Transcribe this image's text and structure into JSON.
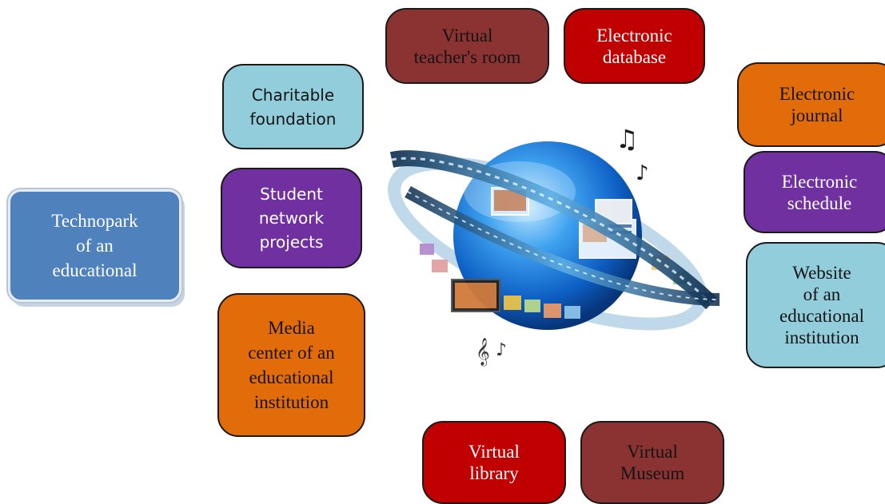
{
  "central_node": {
    "label": "Technopark\nof an\neducational"
  },
  "nodes": {
    "virtual_teachers_room": "Virtual\nteacher's room",
    "electronic_database": "Electronic\ndatabase",
    "charitable_foundation": "Charitable\nfoundation",
    "electronic_journal": "Electronic\njournal",
    "student_network_projects": "Student\nnetwork\nprojects",
    "electronic_schedule": "Electronic\nschedule",
    "website": "Website\nof an\neducational\ninstitution",
    "media_center": "Media\ncenter of an\neducational\ninstitution",
    "virtual_library": "Virtual\nlibrary",
    "virtual_museum": "Virtual\nMuseum"
  },
  "colors": {
    "dark_red": "#8b3333",
    "red": "#c00000",
    "orange": "#e36c0a",
    "purple": "#7030a0",
    "light_blue": "#92cddc",
    "steel_blue": "#4f81bd"
  },
  "illustration": {
    "icon": "globe-media-icon"
  }
}
